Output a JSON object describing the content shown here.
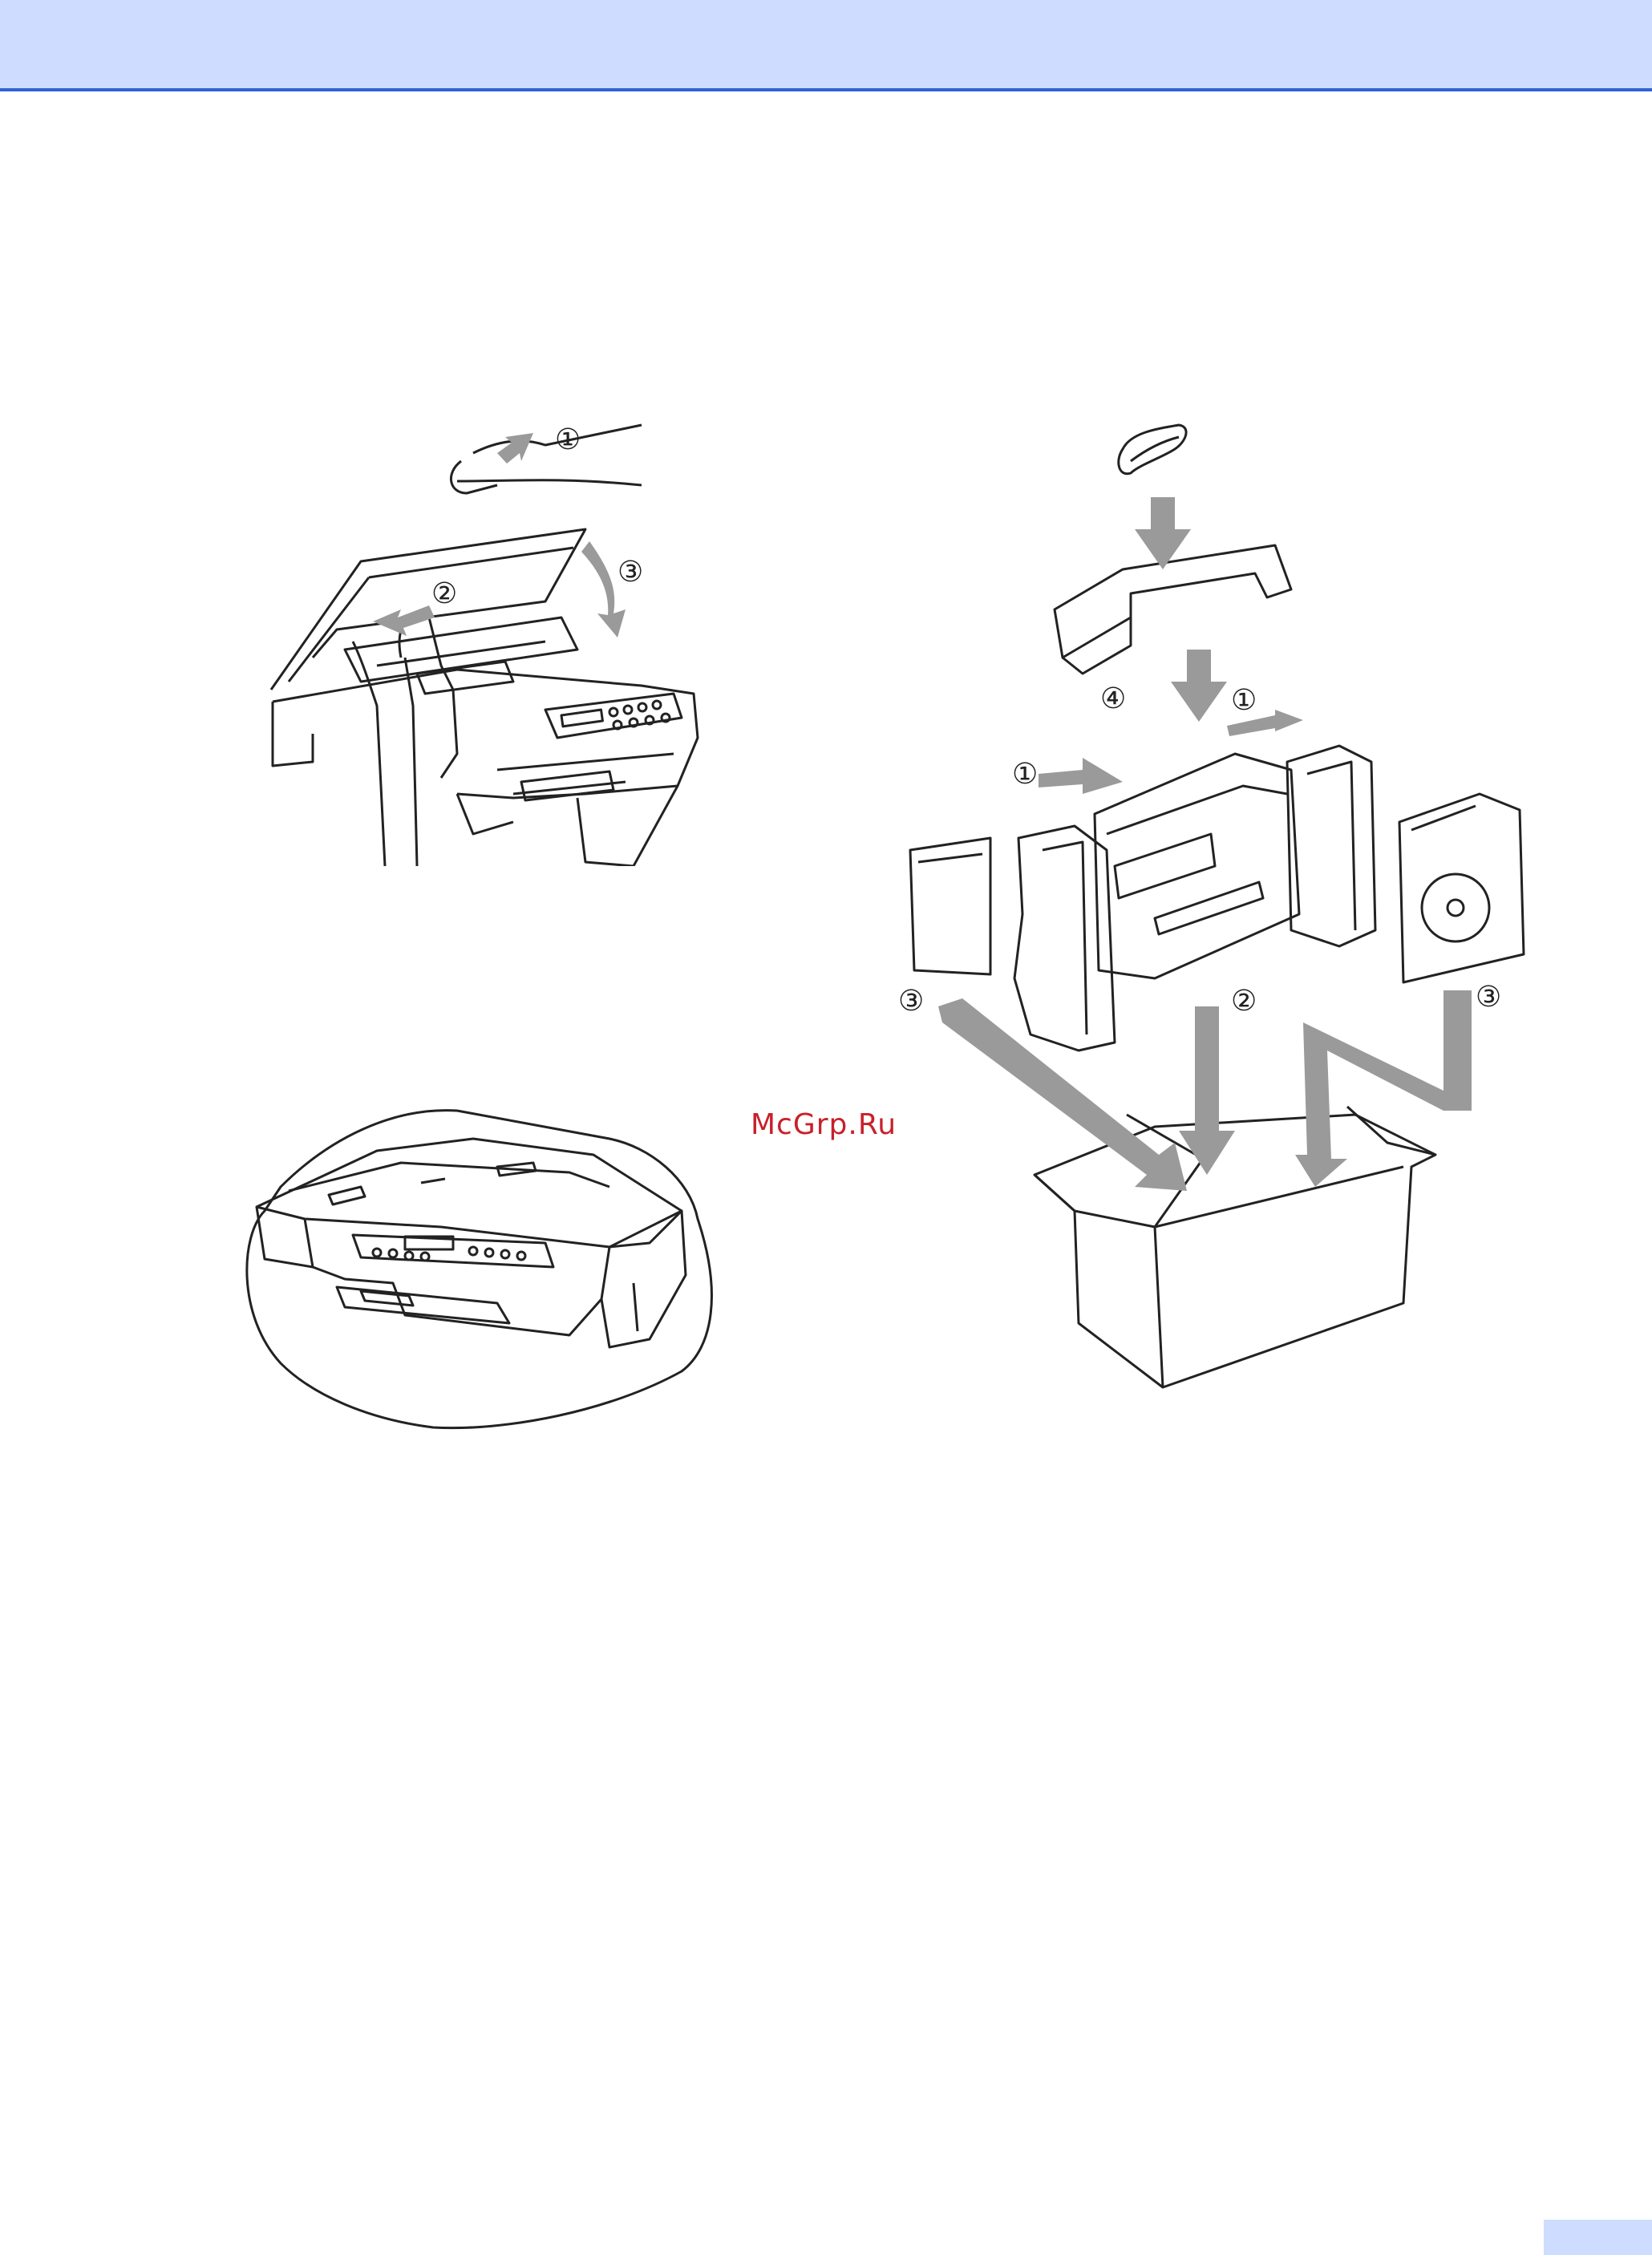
{
  "header": {
    "band_color": "#cddcff",
    "rule_color": "#2f62d6"
  },
  "watermark": {
    "text": "McGrp.Ru",
    "color": "#c8202a"
  },
  "figures": {
    "printer_open_lid": {
      "step_labels": [
        "①",
        "②",
        "③"
      ],
      "arrow_color": "#9a9a9a"
    },
    "packing_box": {
      "step_labels": [
        "④",
        "①",
        "①",
        "③",
        "②",
        "③"
      ],
      "arrow_color": "#9a9a9a"
    },
    "printer_in_bag": {}
  }
}
